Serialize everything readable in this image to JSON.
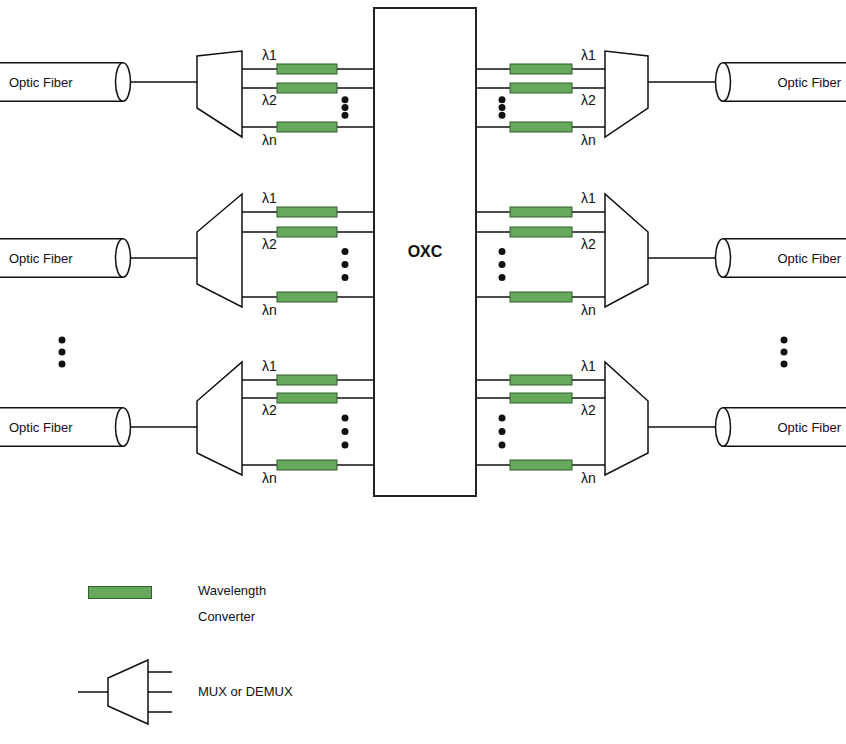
{
  "diagram": {
    "nodes": [
      {
        "text": [
          "Optic Fiber"
        ]
      },
      {
        "text": [
          "OXC"
        ]
      },
      {
        "text": [
          "Optic Fiber"
        ]
      },
      {
        "text": [
          "Optic Fiber"
        ]
      },
      {
        "text": [
          "Optic Fiber"
        ]
      },
      {
        "text": [
          "Optic Fiber"
        ]
      },
      {
        "text": [
          "Optic Fiber"
        ]
      }
    ],
    "labels": [
      "λ1",
      "λ2",
      "λn",
      "λ1",
      "λ2",
      "λn",
      "λ1",
      "λ2",
      "λn",
      "λ1",
      "λ2",
      "λn",
      "λ1",
      "λ2",
      "λn",
      "λ1",
      "λ2",
      "λn"
    ],
    "legend": [
      {
        "text": "Wavelength Converter",
        "color": "#66a85c"
      },
      {
        "text": "MUX or DEMUX"
      }
    ]
  }
}
